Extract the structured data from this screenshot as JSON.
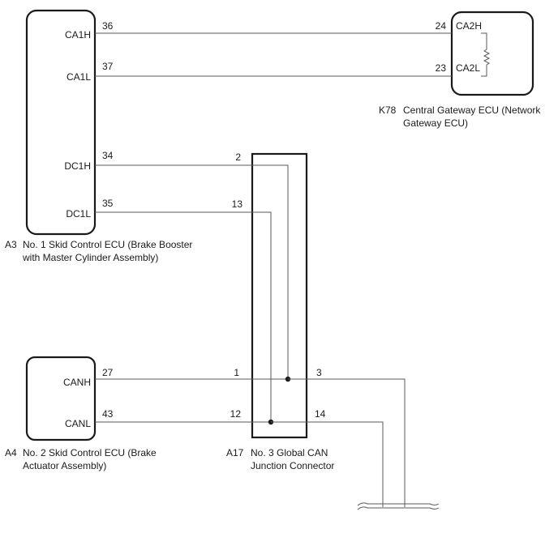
{
  "ecu_a3": {
    "code": "A3",
    "name_line1": "No. 1 Skid Control ECU (Brake Booster",
    "name_line2": "with Master Cylinder Assembly)",
    "pins": {
      "ca1h_label": "CA1H",
      "ca1h_num": "36",
      "ca1l_label": "CA1L",
      "ca1l_num": "37",
      "dc1h_label": "DC1H",
      "dc1h_num": "34",
      "dc1l_label": "DC1L",
      "dc1l_num": "35"
    }
  },
  "ecu_k78": {
    "code": "K78",
    "name_line1": "Central Gateway ECU (Network",
    "name_line2": "Gateway ECU)",
    "pins": {
      "ca2h_label": "CA2H",
      "ca2h_num": "24",
      "ca2l_label": "CA2L",
      "ca2l_num": "23"
    }
  },
  "ecu_a4": {
    "code": "A4",
    "name_line1": "No. 2 Skid Control ECU (Brake",
    "name_line2": "Actuator Assembly)",
    "pins": {
      "canh_label": "CANH",
      "canh_num": "27",
      "canl_label": "CANL",
      "canl_num": "43"
    }
  },
  "connector_a17": {
    "code": "A17",
    "name_line1": "No. 3 Global CAN",
    "name_line2": "Junction Connector",
    "pins": {
      "p2": "2",
      "p13": "13",
      "p1": "1",
      "p12": "12",
      "p3": "3",
      "p14": "14"
    }
  }
}
